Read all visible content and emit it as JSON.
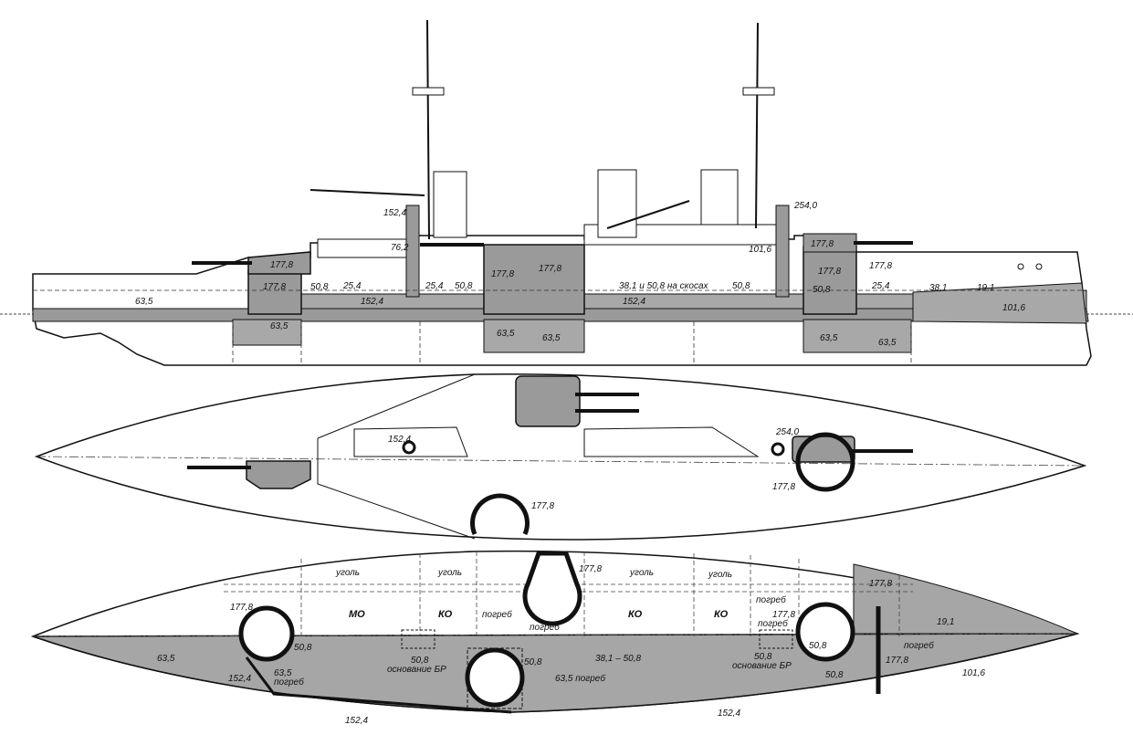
{
  "profile": {
    "labels": [
      "152,4",
      "76,2",
      "254,0",
      "101,6",
      "177,8",
      "177,8",
      "177,8",
      "177,8",
      "177,8",
      "177,8",
      "177,8",
      "50,8",
      "25,4",
      "152,4",
      "25,4",
      "50,8",
      "38,1 и 50,8 на скосах",
      "50,8",
      "152,4",
      "50,8",
      "25,4",
      "38,1",
      "19,1",
      "101,6",
      "63,5",
      "63,5",
      "63,5",
      "63,5",
      "63,5",
      "63,5"
    ]
  },
  "deck": {
    "labels": [
      "152,4",
      "254,0",
      "177,8",
      "177,8"
    ]
  },
  "plan": {
    "labels": [
      "уголь",
      "уголь",
      "уголь",
      "уголь",
      "МО",
      "КО",
      "погреб",
      "погреб",
      "КО",
      "КО",
      "погреб",
      "погреб",
      "погреб",
      "177,8",
      "177,8",
      "177,8",
      "177,8",
      "177,8",
      "50,8",
      "50,8",
      "50,8",
      "50,8",
      "50,8",
      "50,8",
      "63,5",
      "63,5",
      "погреб",
      "63,5 погреб",
      "основание БР",
      "основание БР",
      "38,1 – 50,8",
      "19,1",
      "152,4",
      "152,4",
      "152,4",
      "101,6"
    ]
  }
}
